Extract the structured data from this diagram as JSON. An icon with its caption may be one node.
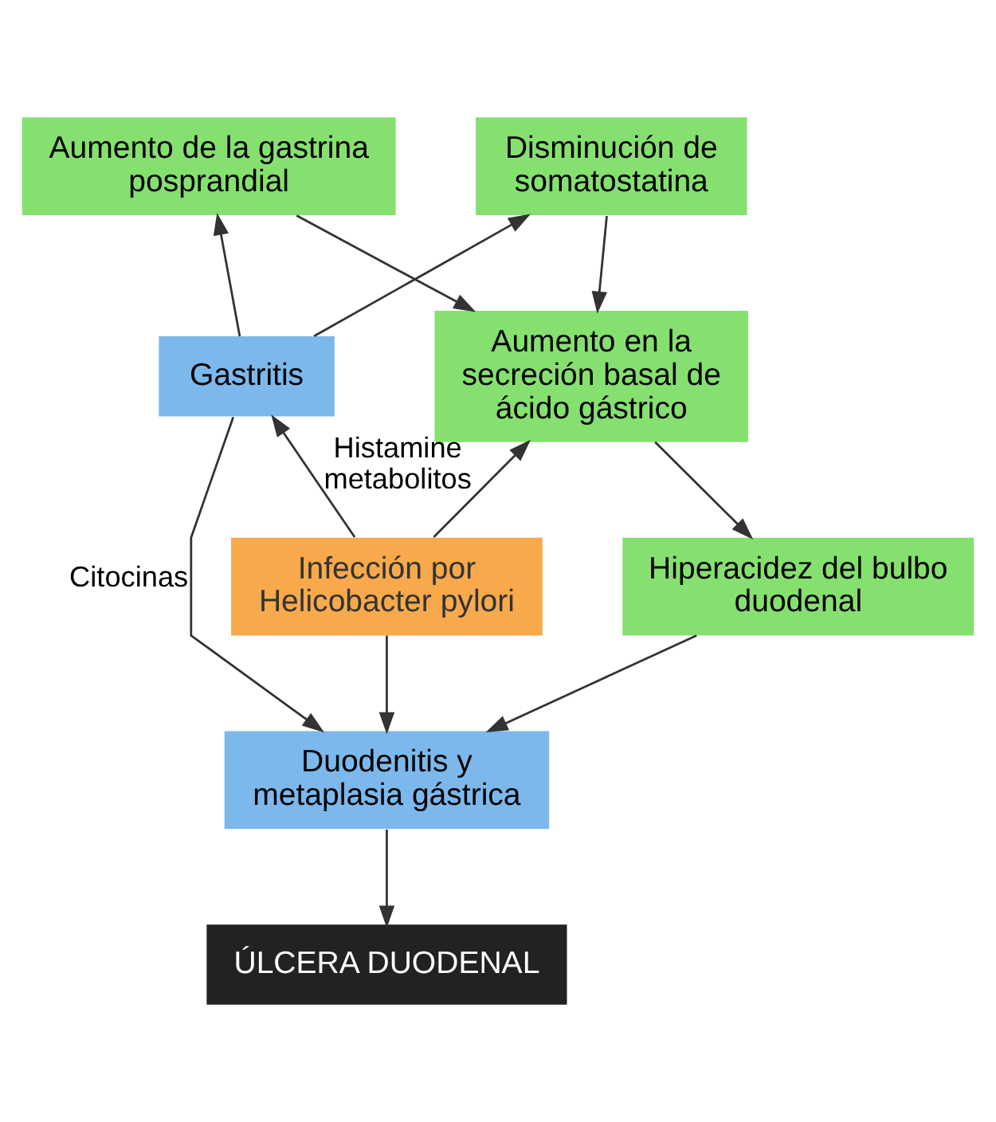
{
  "diagram": {
    "nodes": [
      {
        "text": [
          "Aumento de la gastrina posprandial"
        ]
      },
      {
        "text": [
          "Disminución de somatostatina"
        ]
      },
      {
        "text": [
          "Gastritis"
        ]
      },
      {
        "text": [
          "Aumento en la secreción basal de ácido gástrico"
        ]
      },
      {
        "text": [
          "Infección por Helicobacter pylori"
        ]
      },
      {
        "text": [
          "Hiperacidez del bulbo duodenal"
        ]
      },
      {
        "text": [
          "Duodenitis y metaplasia gástrica"
        ]
      },
      {
        "text": [
          "ÚLCERA DUODENAL"
        ]
      }
    ],
    "edges": [
      {
        "from": 2,
        "to": 0,
        "arrow": "to"
      },
      {
        "from": 2,
        "to": 1,
        "arrow": "to"
      },
      {
        "from": 0,
        "to": 3,
        "arrow": "to"
      },
      {
        "from": 1,
        "to": 3,
        "arrow": "to"
      },
      {
        "from": 4,
        "to": 2,
        "arrow": "to"
      },
      {
        "from": 4,
        "to": 3,
        "arrow": "to",
        "label": "Histamine metabolitos"
      },
      {
        "from": 2,
        "to": 6,
        "arrow": "to",
        "label": "Citocinas"
      },
      {
        "from": 3,
        "to": 5,
        "arrow": "to"
      },
      {
        "from": 4,
        "to": 6,
        "arrow": "to"
      },
      {
        "from": 5,
        "to": 6,
        "arrow": "to"
      },
      {
        "from": 6,
        "to": 7,
        "arrow": "to"
      }
    ]
  }
}
